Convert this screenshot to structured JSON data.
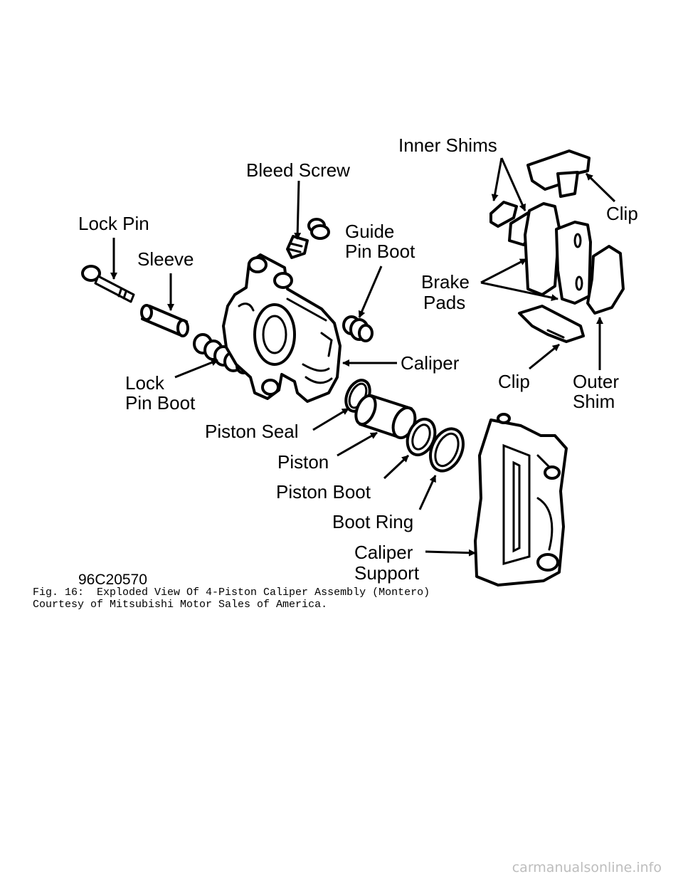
{
  "diagram": {
    "drawing_code": "96C20570",
    "labels": {
      "inner_shims": "Inner Shims",
      "bleed_screw": "Bleed Screw",
      "clip_top": "Clip",
      "lock_pin": "Lock Pin",
      "guide_pin_boot_line1": "Guide",
      "guide_pin_boot_line2": "Pin Boot",
      "sleeve": "Sleeve",
      "brake_pads_line1": "Brake",
      "brake_pads_line2": "Pads",
      "caliper": "Caliper",
      "lock_pin_boot_line1": "Lock",
      "lock_pin_boot_line2": "Pin Boot",
      "clip_bottom": "Clip",
      "outer_shim_line1": "Outer",
      "outer_shim_line2": "Shim",
      "piston_seal": "Piston Seal",
      "piston": "Piston",
      "piston_boot": "Piston Boot",
      "boot_ring": "Boot Ring",
      "caliper_support_line1": "Caliper",
      "caliper_support_line2": "Support"
    }
  },
  "caption": {
    "line1": "Fig. 16:  Exploded View Of 4-Piston Caliper Assembly (Montero)",
    "line2": "Courtesy of Mitsubishi Motor Sales of America."
  },
  "watermark": "carmanualsonline.info"
}
